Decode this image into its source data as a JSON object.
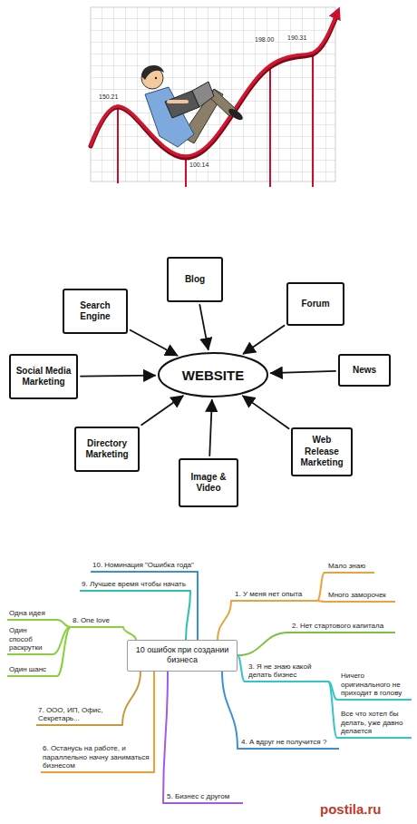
{
  "diagram": {
    "nodes": [
      {
        "text": [
          "WEBSITE"
        ]
      },
      {
        "text": [
          "Blog"
        ]
      },
      {
        "text": [
          "Forum"
        ]
      },
      {
        "text": [
          "News"
        ]
      },
      {
        "text": [
          "Web Release Marketing"
        ]
      },
      {
        "text": [
          "Image & Video"
        ]
      },
      {
        "text": [
          "Directory Marketing"
        ]
      },
      {
        "text": [
          "Social Media Marketing"
        ]
      },
      {
        "text": [
          "Search Engine"
        ]
      },
      {
        "text": [
          "10 ошибок при создании бизнеса"
        ]
      },
      {
        "text": [
          "1. У меня нет опыта"
        ]
      },
      {
        "text": [
          "Мало знаю"
        ]
      },
      {
        "text": [
          "Много заморочек"
        ]
      },
      {
        "text": [
          "2. Нет стартового капитала"
        ]
      },
      {
        "text": [
          "3. Я не знаю какой делать бизнес"
        ]
      },
      {
        "text": [
          "Ничего оригинального не приходит в голову"
        ]
      },
      {
        "text": [
          "Все что хотел бы делать, уже давно делается"
        ]
      },
      {
        "text": [
          "4. А вдруг не получится ?"
        ]
      },
      {
        "text": [
          "5. Бизнес с другом"
        ]
      },
      {
        "text": [
          "6. Останусь на работе, и параллельно начну заниматься бизнесом"
        ]
      },
      {
        "text": [
          "7. ООО, ИП, Офис, Секретарь..."
        ]
      },
      {
        "text": [
          "8. One love"
        ]
      },
      {
        "text": [
          "Одна идея"
        ]
      },
      {
        "text": [
          "Один способ раскрутки"
        ]
      },
      {
        "text": [
          "Один шанс"
        ]
      },
      {
        "text": [
          "9. Лучшее время чтобы начать"
        ]
      },
      {
        "text": [
          "10. Номинация \"Ошибка года\""
        ]
      }
    ],
    "edges": [
      {
        "from": 1,
        "to": 0,
        "arrow": "to"
      },
      {
        "from": 2,
        "to": 0,
        "arrow": "to"
      },
      {
        "from": 3,
        "to": 0,
        "arrow": "to"
      },
      {
        "from": 4,
        "to": 0,
        "arrow": "to"
      },
      {
        "from": 5,
        "to": 0,
        "arrow": "to"
      },
      {
        "from": 6,
        "to": 0,
        "arrow": "to"
      },
      {
        "from": 7,
        "to": 0,
        "arrow": "to"
      },
      {
        "from": 8,
        "to": 0,
        "arrow": "to"
      },
      {
        "from": 9,
        "to": 10,
        "arrow": "none"
      },
      {
        "from": 10,
        "to": 11,
        "arrow": "none"
      },
      {
        "from": 10,
        "to": 12,
        "arrow": "none"
      },
      {
        "from": 9,
        "to": 13,
        "arrow": "none"
      },
      {
        "from": 9,
        "to": 14,
        "arrow": "none"
      },
      {
        "from": 14,
        "to": 15,
        "arrow": "none"
      },
      {
        "from": 14,
        "to": 16,
        "arrow": "none"
      },
      {
        "from": 9,
        "to": 17,
        "arrow": "none"
      },
      {
        "from": 9,
        "to": 18,
        "arrow": "none"
      },
      {
        "from": 9,
        "to": 19,
        "arrow": "none"
      },
      {
        "from": 9,
        "to": 20,
        "arrow": "none"
      },
      {
        "from": 9,
        "to": 21,
        "arrow": "none"
      },
      {
        "from": 21,
        "to": 22,
        "arrow": "none"
      },
      {
        "from": 21,
        "to": 23,
        "arrow": "none"
      },
      {
        "from": 21,
        "to": 24,
        "arrow": "none"
      },
      {
        "from": 9,
        "to": 25,
        "arrow": "none"
      },
      {
        "from": 9,
        "to": 26,
        "arrow": "none"
      }
    ],
    "labels": [
      "150.21",
      "100.14",
      "198.00",
      "190.31",
      "postila.ru"
    ]
  }
}
